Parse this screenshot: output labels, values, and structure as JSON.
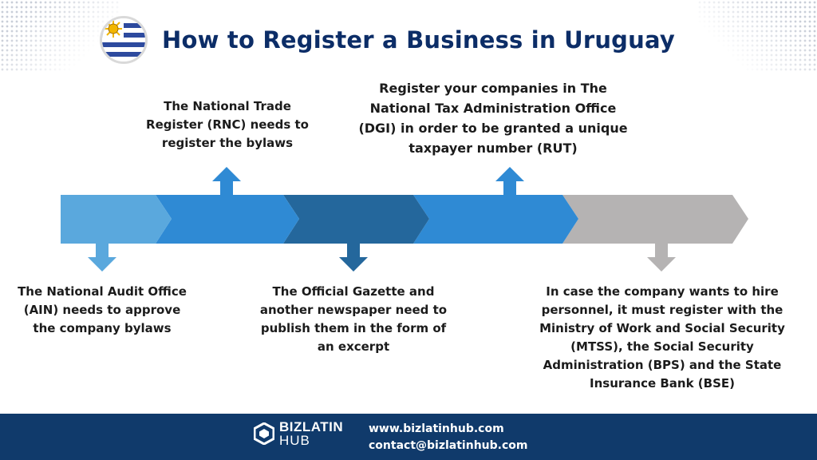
{
  "title": "How to Register a Business in Uruguay",
  "colors": {
    "title": "#0c2d67",
    "seg1": "#5aa8dd",
    "seg2": "#2f8ad4",
    "seg3": "#24679c",
    "seg4": "#2f8ad4",
    "seg5": "#b5b3b3",
    "footer": "#103a6b"
  },
  "steps": [
    {
      "text": "The National Audit Office (AIN) needs to approve the company bylaws",
      "arrow": "down"
    },
    {
      "text": "The National Trade Register (RNC) needs to register the bylaws",
      "arrow": "up"
    },
    {
      "text": "The Official Gazette and another newspaper need to publish them in the form of an excerpt",
      "arrow": "down"
    },
    {
      "text": "Register your companies in The National Tax Administration Office (DGI) in order to be granted a unique taxpayer number (RUT)",
      "arrow": "up"
    },
    {
      "text": "In case the company wants to hire personnel, it must register with the Ministry of Work and Social Security (MTSS), the Social Security Administration (BPS) and the State Insurance Bank (BSE)",
      "arrow": "down"
    }
  ],
  "footer": {
    "logo_line1": "BIZLATIN",
    "logo_line2": "HUB",
    "website": "www.bizlatinhub.com",
    "email": "contact@bizlatinhub.com"
  },
  "icons": {
    "flag": "uruguay-flag-icon",
    "logo": "bizlatinhub-logo-icon"
  }
}
